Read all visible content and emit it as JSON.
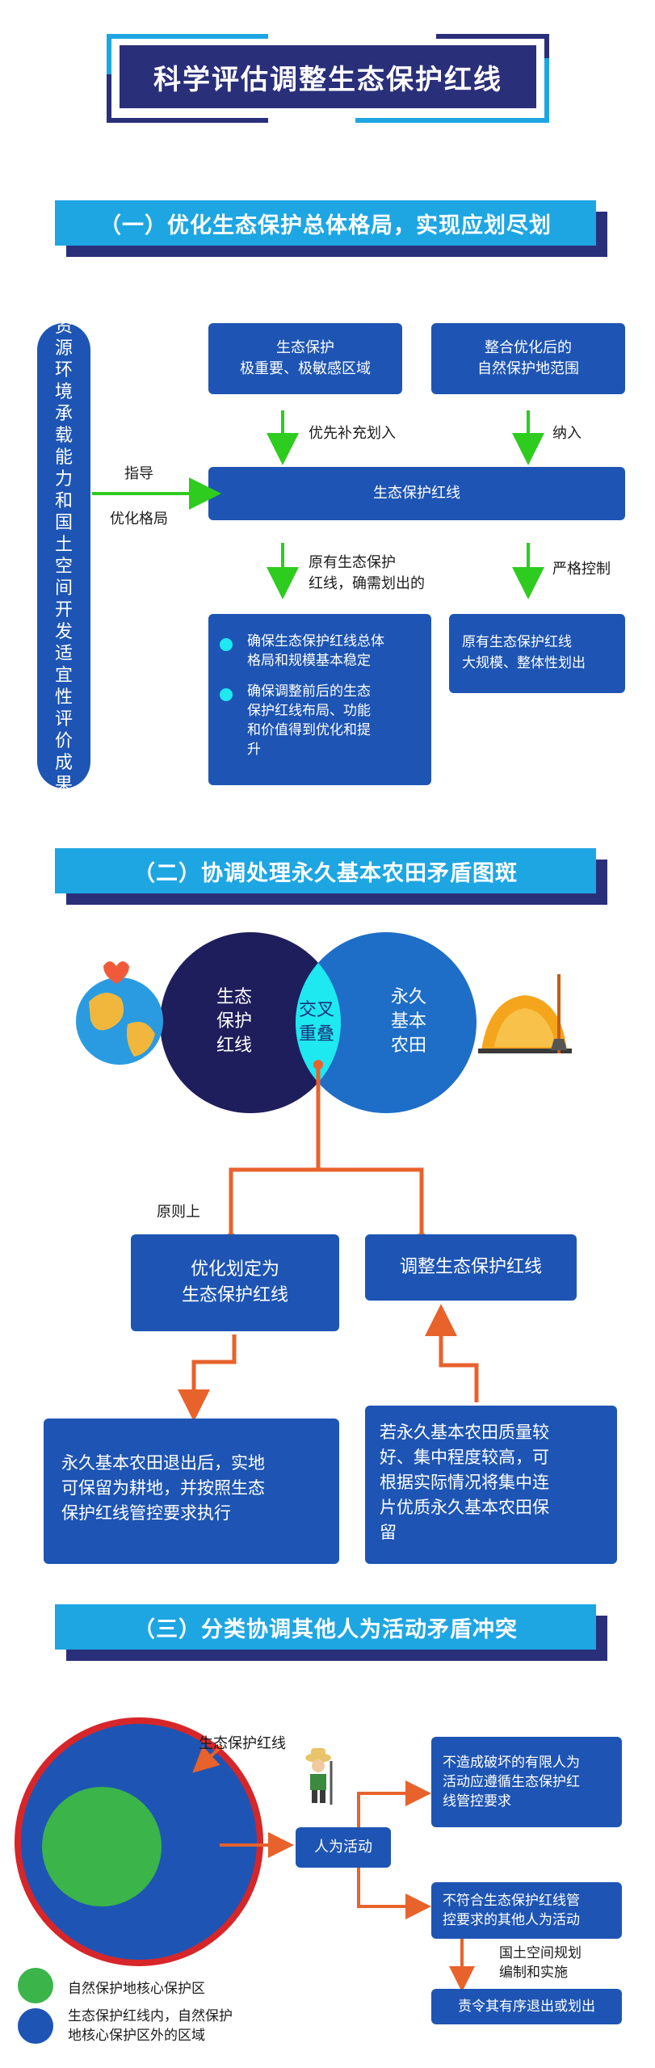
{
  "title": "科学评估调整生态保护红线",
  "section1": {
    "heading": "（一）优化生态保护总体格局，实现应划尽划",
    "left_vertical": "资源环境承载能力和国土空间开发适宜性评价成果",
    "arrow_top_label": "指导",
    "arrow_bottom_label": "优化格局",
    "box_top_left": [
      "生态保护",
      "极重要、极敏感区域"
    ],
    "box_top_right": [
      "整合优化后的",
      "自然保护地范围"
    ],
    "label_left_down1": "优先补充划入",
    "label_right_down1": "纳入",
    "center_box": "生态保护红线",
    "label_left_down2": [
      "原有生态保护",
      "红线，确需划出的"
    ],
    "label_right_down2": "严格控制",
    "bullets": [
      [
        "确保生态保护红线总体",
        "格局和规模基本稳定"
      ],
      [
        "确保调整前后的生态",
        "保护红线布局、功能",
        "和价值得到优化和提",
        "升"
      ]
    ],
    "box_bottom_right": [
      "原有生态保护红线",
      "大规模、整体性划出"
    ]
  },
  "section2": {
    "heading": "（二）协调处理永久基本农田矛盾图斑",
    "circle_left": [
      "生态",
      "保护",
      "红线"
    ],
    "circle_right": [
      "永久",
      "基本",
      "农田"
    ],
    "overlap": [
      "交叉",
      "重叠"
    ],
    "principle_label": "原则上",
    "box_left": [
      "优化划定为",
      "生态保护红线"
    ],
    "box_right": "调整生态保护红线",
    "box_bottom_left": [
      "永久基本农田退出后，实地",
      "可保留为耕地，并按照生态",
      "保护红线管控要求执行"
    ],
    "box_bottom_right": [
      "若永久基本农田质量较",
      "好、集中程度较高，可",
      "根据实际情况将集中连",
      "片优质永久基本农田保",
      "留"
    ]
  },
  "section3": {
    "heading": "（三）分类协调其他人为活动矛盾冲突",
    "redline_label": "生态保护红线",
    "activity_box": "人为活动",
    "box_top": [
      "不造成破坏的有限人为",
      "活动应遵循生态保护红",
      "线管控要求"
    ],
    "box_mid": [
      "不符合生态保护红线管",
      "控要求的其他人为活动"
    ],
    "label_plan": [
      "国土空间规划",
      "编制和实施"
    ],
    "box_bottom": "责令其有序退出或划出",
    "legend": [
      {
        "color": "#3bb44a",
        "text": [
          "自然保护地核心保护区"
        ]
      },
      {
        "color": "#1e55b4",
        "text": [
          "生态保护红线内，自然保护",
          "地核心保护区外的区域"
        ]
      }
    ]
  },
  "colors": {
    "accent_blue": "#1e55b4",
    "section_bar": "#1ea6e3",
    "navy": "#2a2f7a",
    "green_arrow": "#2ecc1f",
    "orange_arrow": "#e8622c",
    "cyan": "#1ee8f0",
    "red": "#d6262a"
  }
}
